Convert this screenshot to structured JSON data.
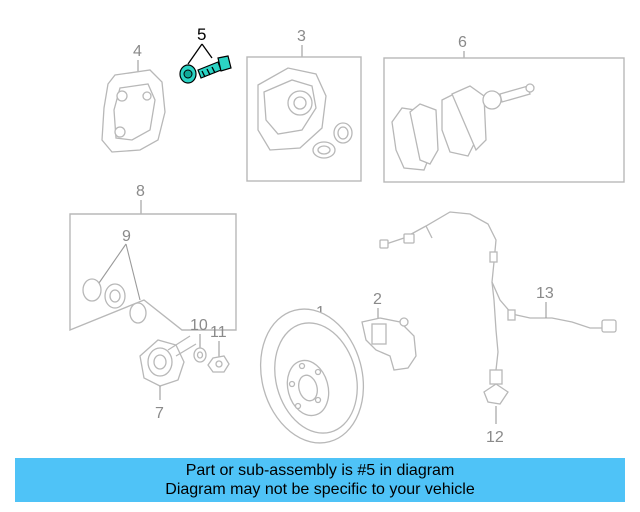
{
  "callouts": {
    "c1": "1",
    "c2": "2",
    "c3": "3",
    "c4": "4",
    "c5": "5",
    "c6": "6",
    "c7": "7",
    "c8": "8",
    "c9": "9",
    "c10": "10",
    "c11": "11",
    "c12": "12",
    "c13": "13"
  },
  "highlight": {
    "part_number": "5",
    "color": "#2bd3c4"
  },
  "footer": {
    "line1": "Part or sub-assembly is #5 in diagram",
    "line2": "Diagram may not be specific to your vehicle",
    "background": "#4fc3f7"
  }
}
